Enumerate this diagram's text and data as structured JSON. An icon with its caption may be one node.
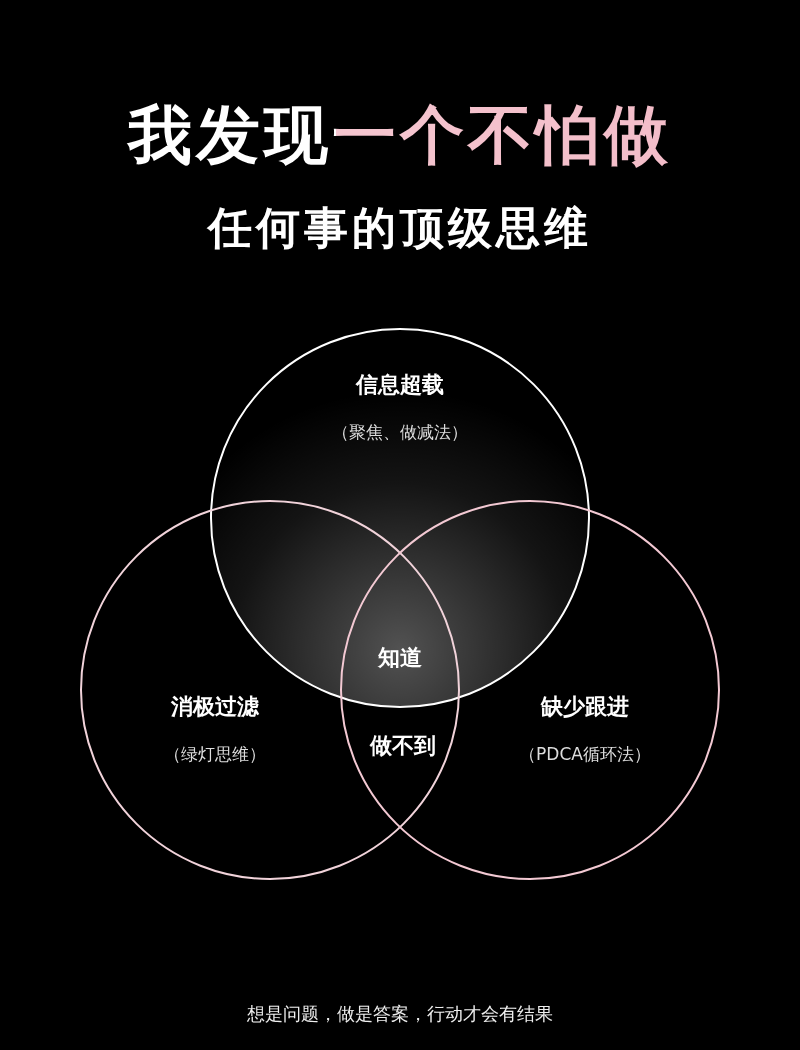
{
  "diagram": {
    "title": "我发现一个不怕做",
    "nodes": [
      {
        "text": [
          "信息超载",
          "（聚焦、做减法）"
        ]
      },
      {
        "text": [
          "消极过滤",
          "（绿灯思维）"
        ]
      },
      {
        "text": [
          "缺少跟进",
          "（PDCA循环法）"
        ]
      }
    ],
    "labels": [
      "任何事的顶级思维",
      "知道",
      "做不到"
    ],
    "caption": "想是问题，做是答案，行动才会有结果"
  }
}
